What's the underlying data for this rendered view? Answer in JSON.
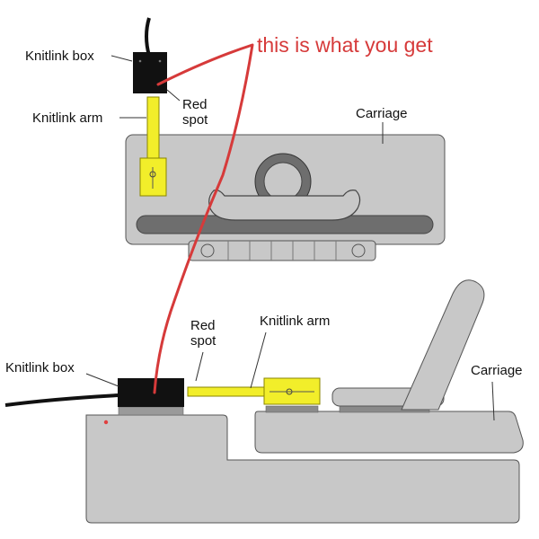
{
  "annotation": {
    "text": "this is what you get",
    "color": "#d63a3a"
  },
  "top_view": {
    "knitlink_box_label": "Knitlink box",
    "knitlink_arm_label": "Knitlink arm",
    "red_spot_label_line1": "Red",
    "red_spot_label_line2": "spot",
    "carriage_label": "Carriage"
  },
  "side_view": {
    "knitlink_box_label": "Knitlink box",
    "knitlink_arm_label": "Knitlink arm",
    "red_spot_label_line1": "Red",
    "red_spot_label_line2": "spot",
    "carriage_label": "Carriage"
  },
  "colors": {
    "body_gray": "#c8c8c8",
    "dark_gray": "#6e6e6e",
    "outline": "#555555",
    "arm_yellow": "#f2ee2a",
    "box_black": "#111111",
    "red_dot": "#e04040"
  }
}
